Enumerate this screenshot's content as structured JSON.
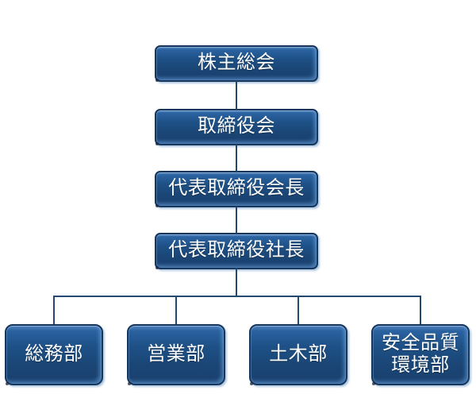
{
  "org_chart": {
    "chain": [
      {
        "name": "shareholders-meeting",
        "label": "株主総会"
      },
      {
        "name": "board-of-directors",
        "label": "取締役会"
      },
      {
        "name": "representative-director-chairman",
        "label": "代表取締役会長"
      },
      {
        "name": "representative-director-president",
        "label": "代表取締役社長"
      }
    ],
    "departments": [
      {
        "name": "general-affairs-dept",
        "label": "総務部"
      },
      {
        "name": "sales-dept",
        "label": "営業部"
      },
      {
        "name": "civil-engineering-dept",
        "label": "土木部"
      },
      {
        "name": "safety-quality-environment-dept",
        "label": "安全品質\n環境部"
      }
    ],
    "colors": {
      "box_fill_top": "#4E82BE",
      "box_fill_mid": "#1E5187",
      "box_fill_bottom": "#173E6B",
      "box_border": "#16365C",
      "connector": "#24486F",
      "text": "#FFFFFF",
      "background": "#FFFFFF"
    }
  }
}
